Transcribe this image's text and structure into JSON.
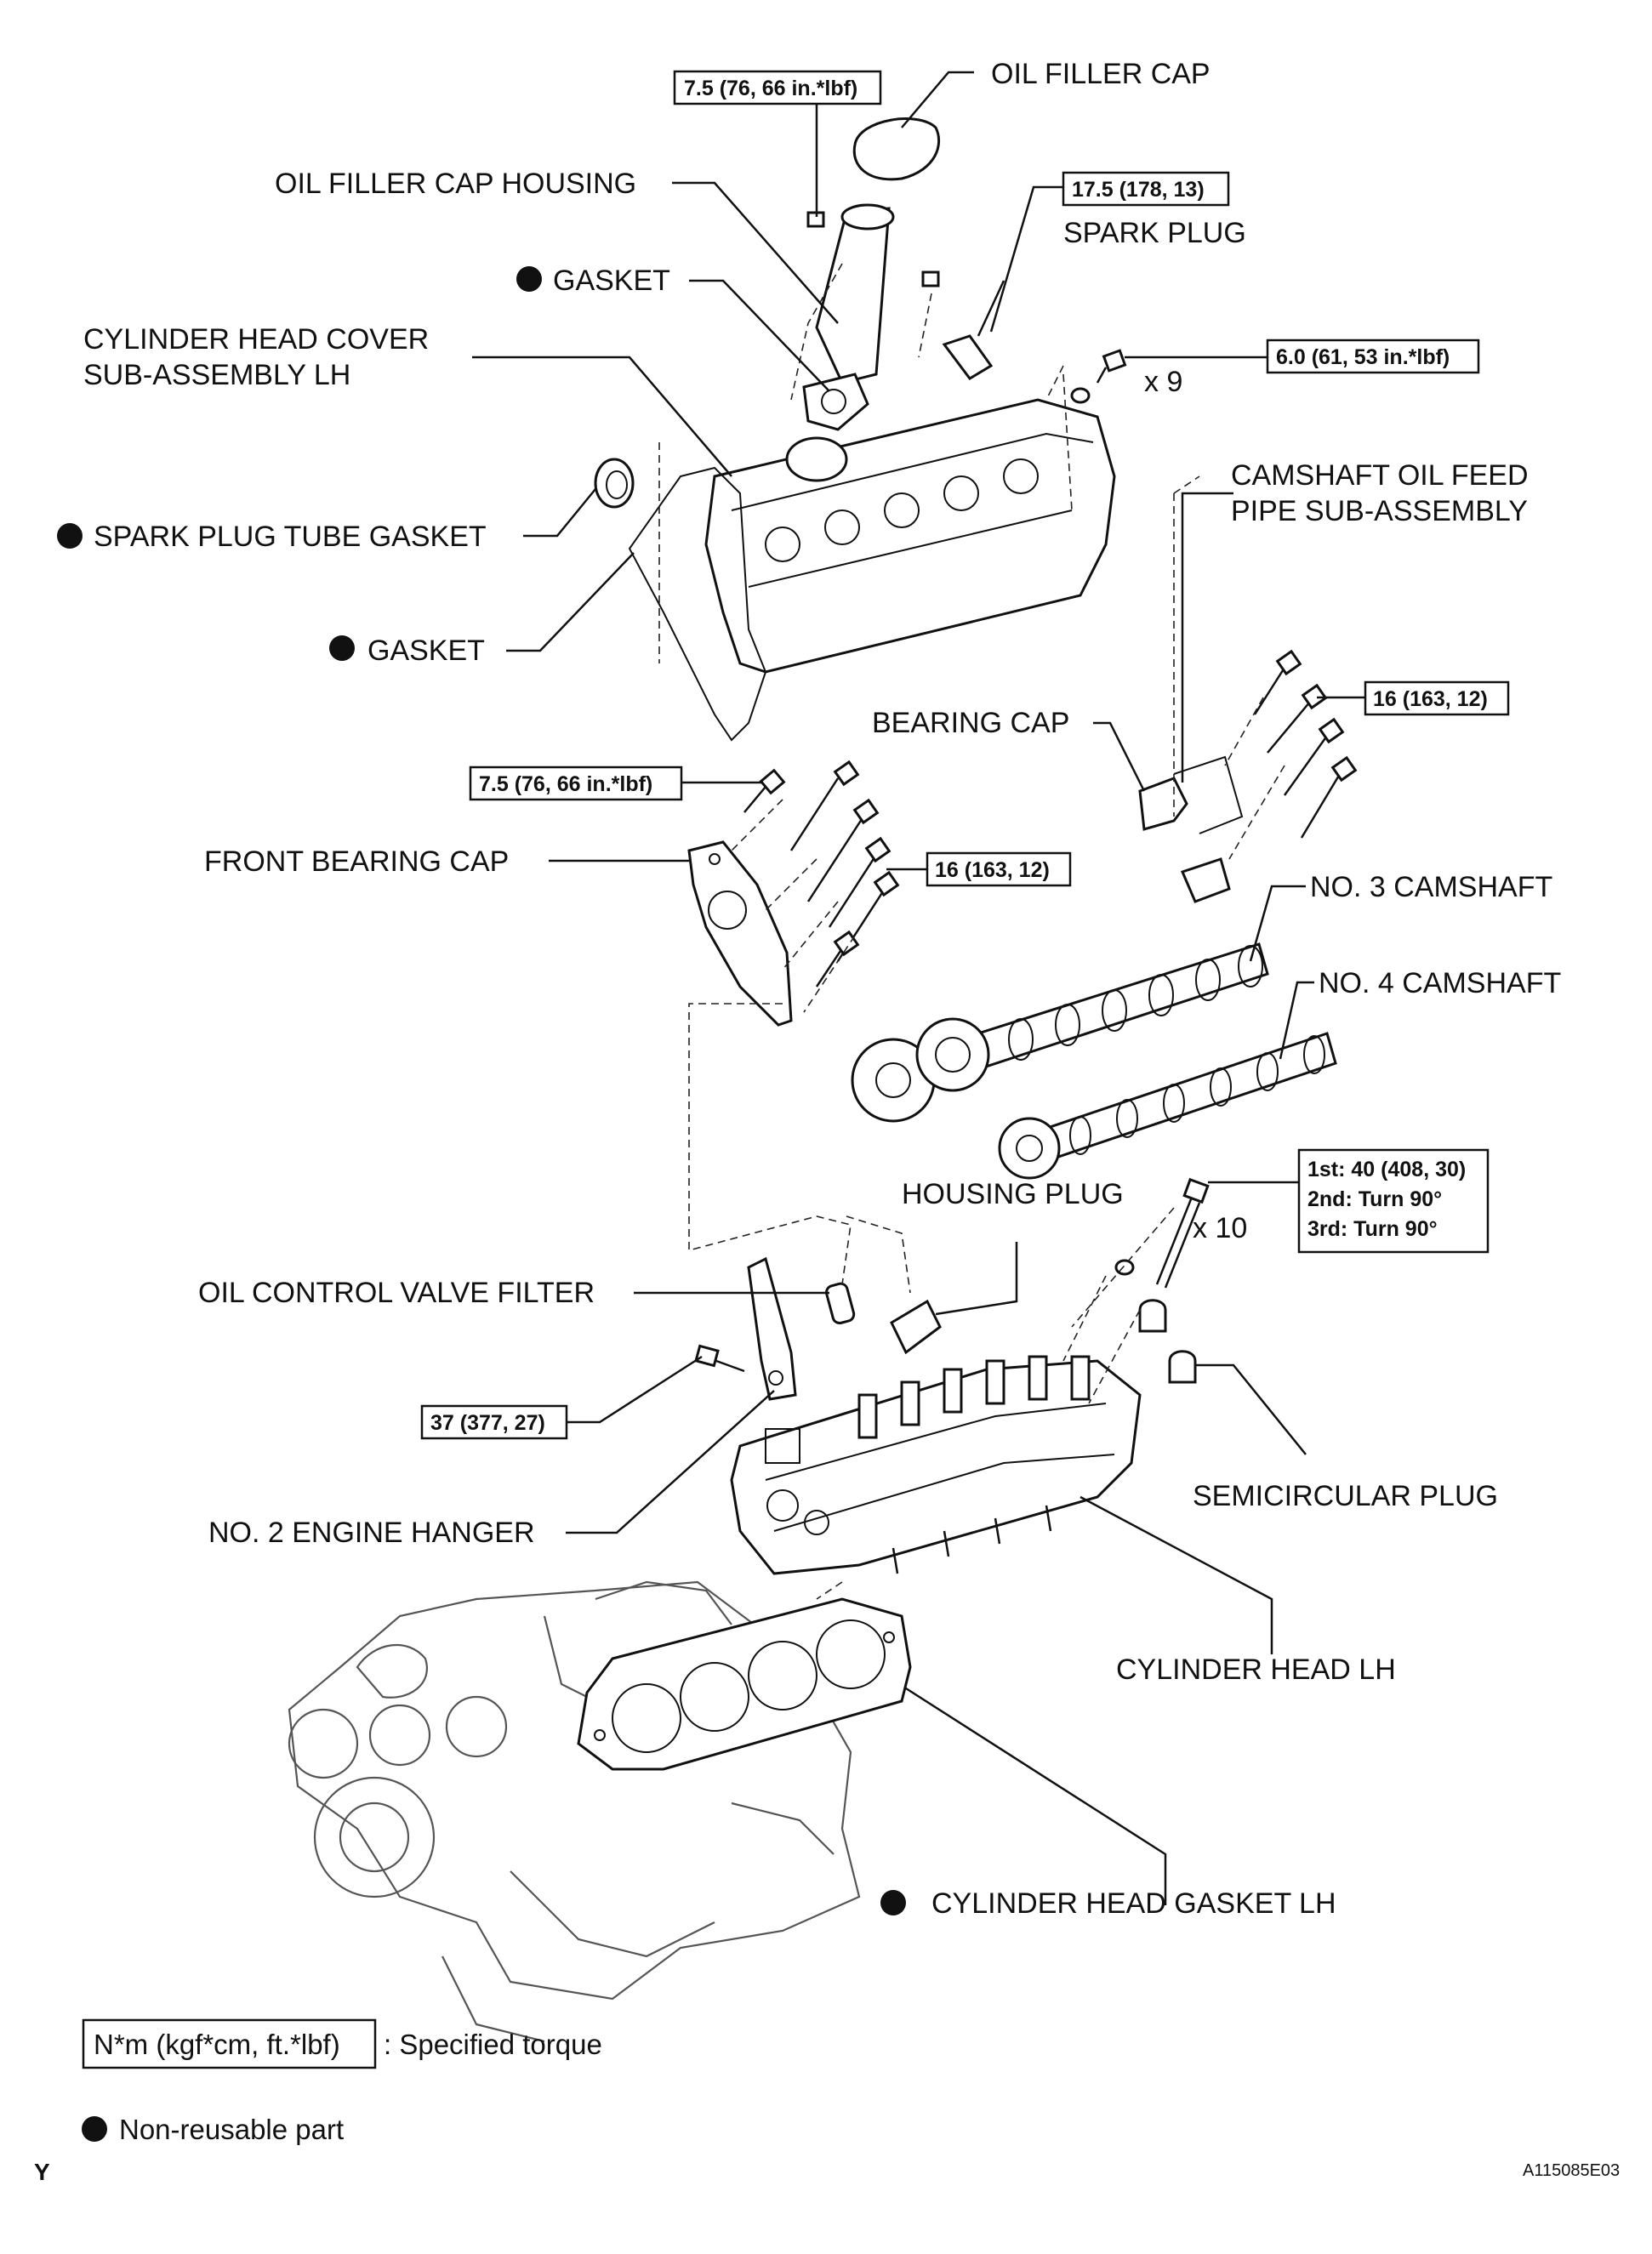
{
  "labels": {
    "oil_filler_cap": "OIL FILLER CAP",
    "oil_filler_cap_housing": "OIL FILLER CAP HOUSING",
    "spark_plug": "SPARK PLUG",
    "gasket_top": "GASKET",
    "cylinder_head_cover_line1": "CYLINDER HEAD COVER",
    "cylinder_head_cover_line2": "SUB-ASSEMBLY LH",
    "spark_plug_tube_gasket": "SPARK PLUG TUBE GASKET",
    "gasket_cover": "GASKET",
    "camshaft_oil_feed_line1": "CAMSHAFT OIL FEED",
    "camshaft_oil_feed_line2": "PIPE SUB-ASSEMBLY",
    "bearing_cap": "BEARING CAP",
    "front_bearing_cap": "FRONT BEARING CAP",
    "no3_camshaft": "NO. 3 CAMSHAFT",
    "no4_camshaft": "NO. 4 CAMSHAFT",
    "housing_plug": "HOUSING PLUG",
    "oil_control_valve_filter": "OIL CONTROL VALVE FILTER",
    "semicircular_plug": "SEMICIRCULAR PLUG",
    "no2_engine_hanger": "NO. 2 ENGINE HANGER",
    "cylinder_head_lh": "CYLINDER HEAD LH",
    "cylinder_head_gasket_lh": "CYLINDER HEAD GASKET LH"
  },
  "torques": {
    "oil_filler_housing": "7.5 (76, 66 in.*lbf)",
    "spark_plug": "17.5 (178, 13)",
    "cover_bolt": "6.0 (61, 53 in.*lbf)",
    "bearing_cap_bolt": "16 (163, 12)",
    "front_cap_small": "7.5 (76, 66 in.*lbf)",
    "front_cap_bolt": "16 (163, 12)",
    "head_bolt_1st": "1st: 40 (408, 30)",
    "head_bolt_2nd": "2nd: Turn 90°",
    "head_bolt_3rd": "3rd: Turn 90°",
    "engine_hanger": "37 (377, 27)"
  },
  "quantities": {
    "cover_bolts": "x 9",
    "head_bolts": "x 10"
  },
  "legend": {
    "torque_unit": "N*m (kgf*cm, ft.*lbf)",
    "torque_desc": ": Specified torque",
    "non_reusable": "Non-reusable part"
  },
  "footer": {
    "section_letter": "Y",
    "figure_id": "A115085E03"
  }
}
